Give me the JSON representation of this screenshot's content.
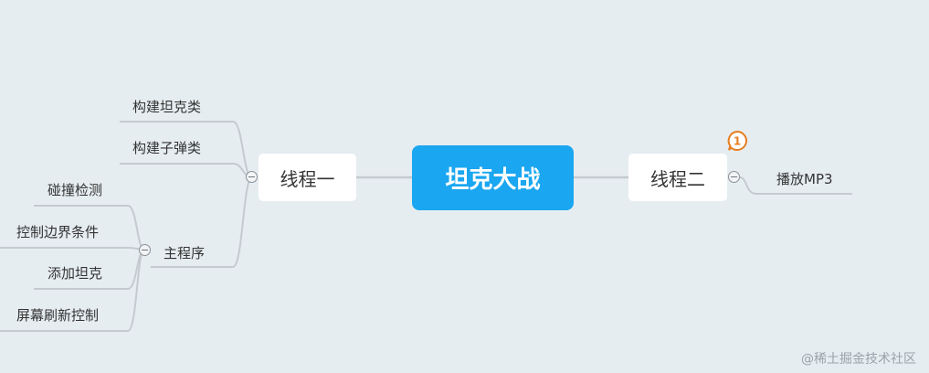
{
  "mindmap": {
    "root": "坦克大战",
    "left_branch": {
      "label": "线程一",
      "children": [
        "构建坦克类",
        "构建子弹类"
      ],
      "sub": {
        "label": "主程序",
        "children": [
          "碰撞检测",
          "控制边界条件",
          "添加坦克",
          "屏幕刷新控制"
        ]
      }
    },
    "right_branch": {
      "label": "线程二",
      "badge_count": "1",
      "children": [
        "播放MP3"
      ]
    }
  },
  "colors": {
    "root_bg": "#1aa6f0",
    "line": "#c4cacf",
    "badge": "#e67e22"
  },
  "watermark": "@稀土掘金技术社区"
}
